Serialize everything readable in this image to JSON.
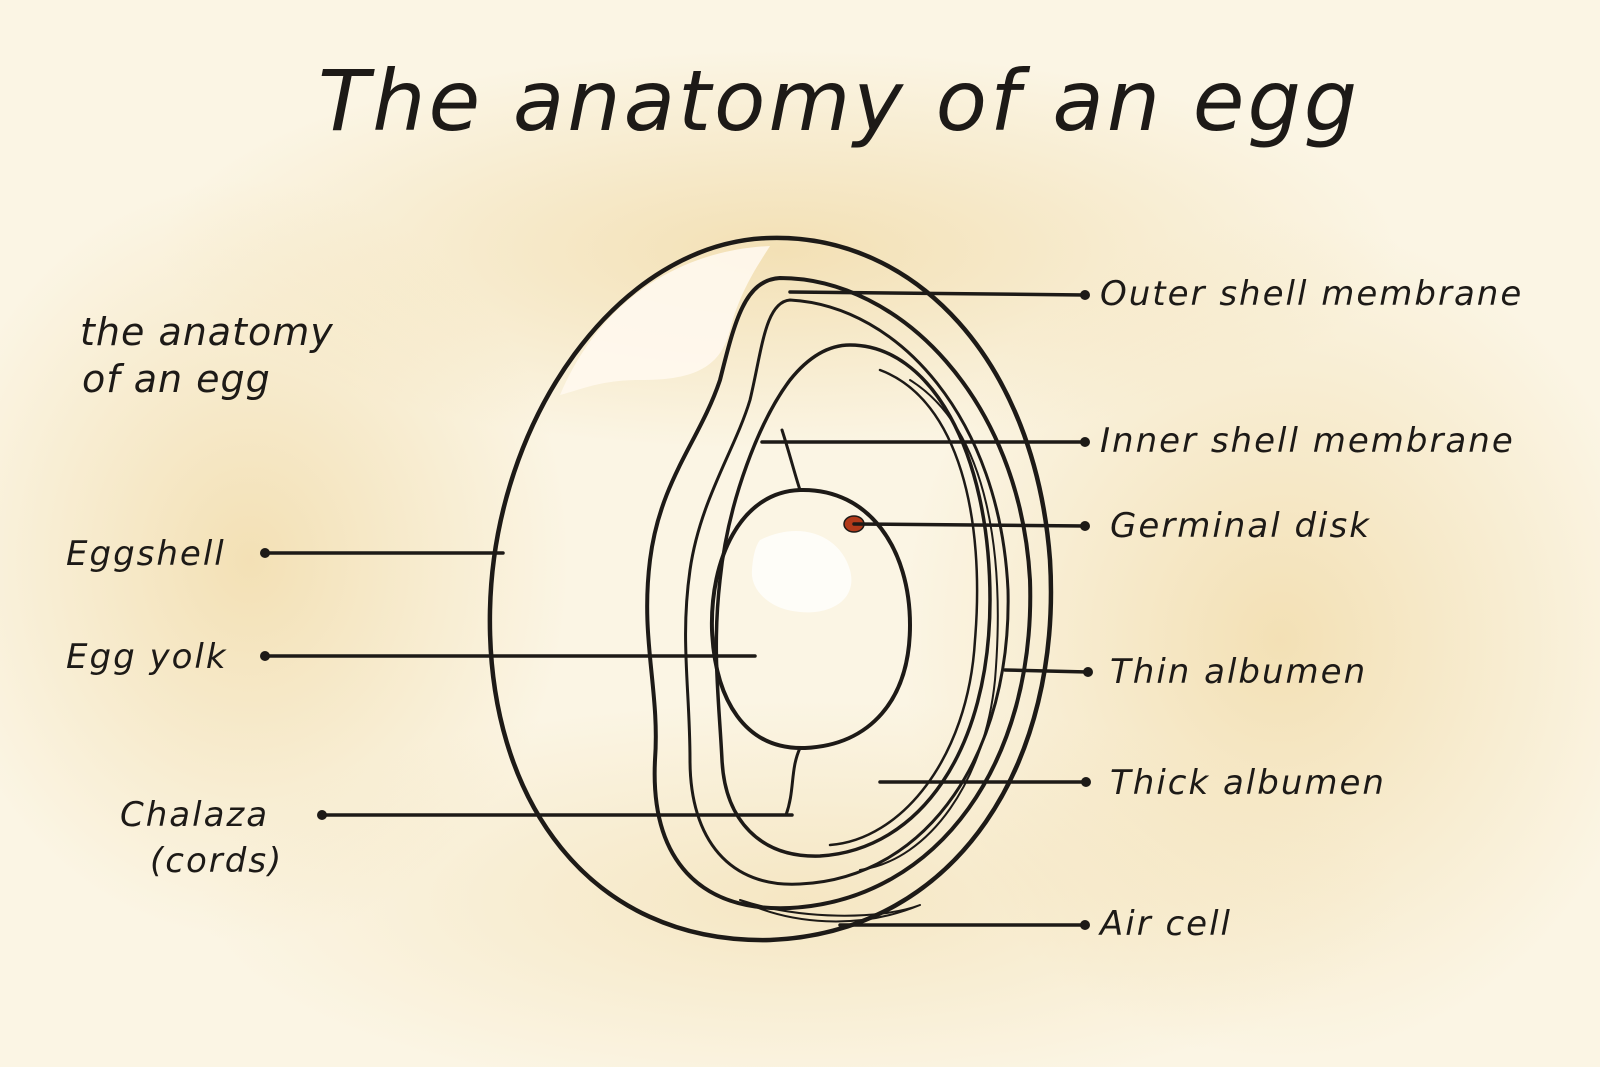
{
  "title": "The anatomy of an egg",
  "subtitle": {
    "line1": "the anatomy",
    "line2": "of an egg"
  },
  "labels": {
    "outer_shell_membrane": "Outer shell membrane",
    "inner_shell_membrane": "Inner shell membrane",
    "germinal_disk": "Germinal disk",
    "thin_albumen": "Thin albumen",
    "thick_albumen": "Thick albumen",
    "air_cell": "Air cell",
    "eggshell": "Eggshell",
    "egg_yolk": "Egg yolk",
    "chalaza": "Chalaza",
    "chalaza_note": "(cords)"
  },
  "colors": {
    "paper": "#fbf5e4",
    "watercolor_wash": "#f2deb0",
    "shell_orange": "#d9713a",
    "albumen_amber": "#f3a72e",
    "yolk_gold": "#f8bd2a",
    "germinal_disk": "#b23a1a",
    "ink": "#1d1a17"
  }
}
